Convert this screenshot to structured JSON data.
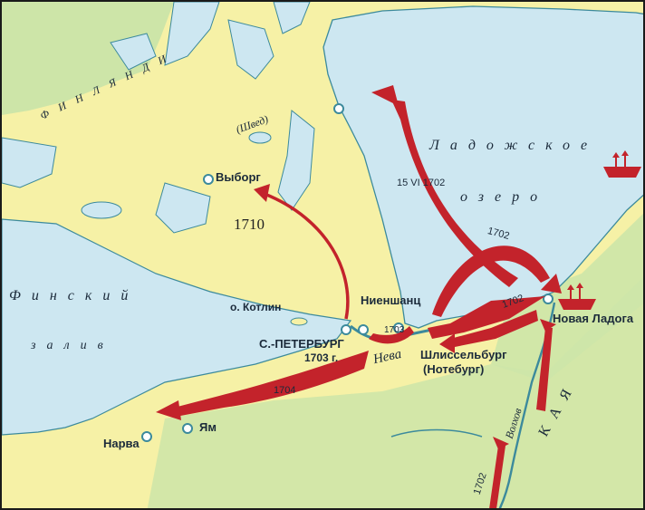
{
  "map": {
    "water_labels": {
      "lake_line1": "Ладожское",
      "lake_line2": "озеро",
      "gulf_line1": "Финский",
      "gulf_line2": "залив",
      "river": "Нева",
      "volkhov": "Волхов"
    },
    "region_labels": {
      "finland": "ФИНЛЯНДИ",
      "sweden_note": "(Швед)",
      "bottom_right": "КАЯ"
    },
    "cities": {
      "vyborg": "Выборг",
      "kotlin": "о. Котлин",
      "nyenschantz": "Ниеншанц",
      "st_petersburg": "С.-ПЕТЕРБУРГ",
      "shlisselburg": "Шлиссельбург",
      "noteburg": "(Нотебург)",
      "novaya_ladoga": "Новая Ладога",
      "yam": "Ям",
      "narva": "Нарва"
    },
    "dates": {
      "d1710": "1710",
      "d1702_lake": "15 VI 1702",
      "d1702_curve": "1702",
      "d1702_arrow": "1702",
      "d1703_small": "1703",
      "d1703_spb": "1703 г.",
      "d1704": "1704",
      "d1702_river": "1702"
    },
    "colors": {
      "land": "#f6f1a6",
      "water": "#cde7f1",
      "lowland": "#cde5a8",
      "coast": "#3c8a9c",
      "arrow": "#c3232b"
    },
    "icons": [
      "ship-icon",
      "ship-icon"
    ]
  }
}
